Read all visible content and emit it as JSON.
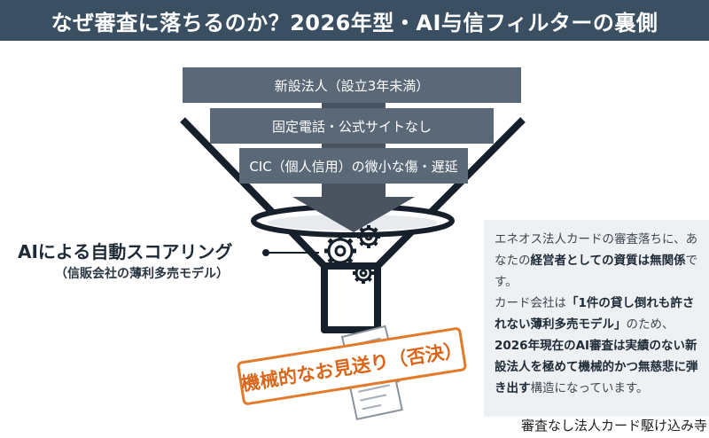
{
  "header": {
    "title": "なぜ審査に落ちるのか？2026年型・AI与信フィルターの裏側"
  },
  "filters": [
    {
      "label": "新設法人（設立3年未満）"
    },
    {
      "label": "固定電話・公式サイトなし"
    },
    {
      "label": "CIC（個人信用）の微小な傷・遅延"
    }
  ],
  "ai_scoring": {
    "title": "AIによる自動スコアリング",
    "subtitle": "（信販会社の薄利多売モデル）"
  },
  "result_stamp": "機械的なお見送り（否決）",
  "info_box": {
    "p1_a": "エネオス法人カードの審査落ちに、あなたの",
    "p1_b": "経営者としての資質は無関係",
    "p1_c": "です。",
    "p2_a": "カード会社は",
    "p2_b": "「1件の貸し倒れも許されない薄利多売モデル」",
    "p2_c": "のため、",
    "p2_d": "2026年現在のAI審査は実績のない新設法人を極めて機械的かつ無慈悲に弾き出す",
    "p2_e": "構造になっています。"
  },
  "watermark": "審査なし法人カード駆け込み寺",
  "colors": {
    "header_bg": "#3a4f62",
    "filter_bg": "#5a6878",
    "arrow": "#4a5460",
    "funnel_stroke": "#16202b",
    "stamp": "#e37a2a",
    "info_bg": "#eef1f4"
  }
}
